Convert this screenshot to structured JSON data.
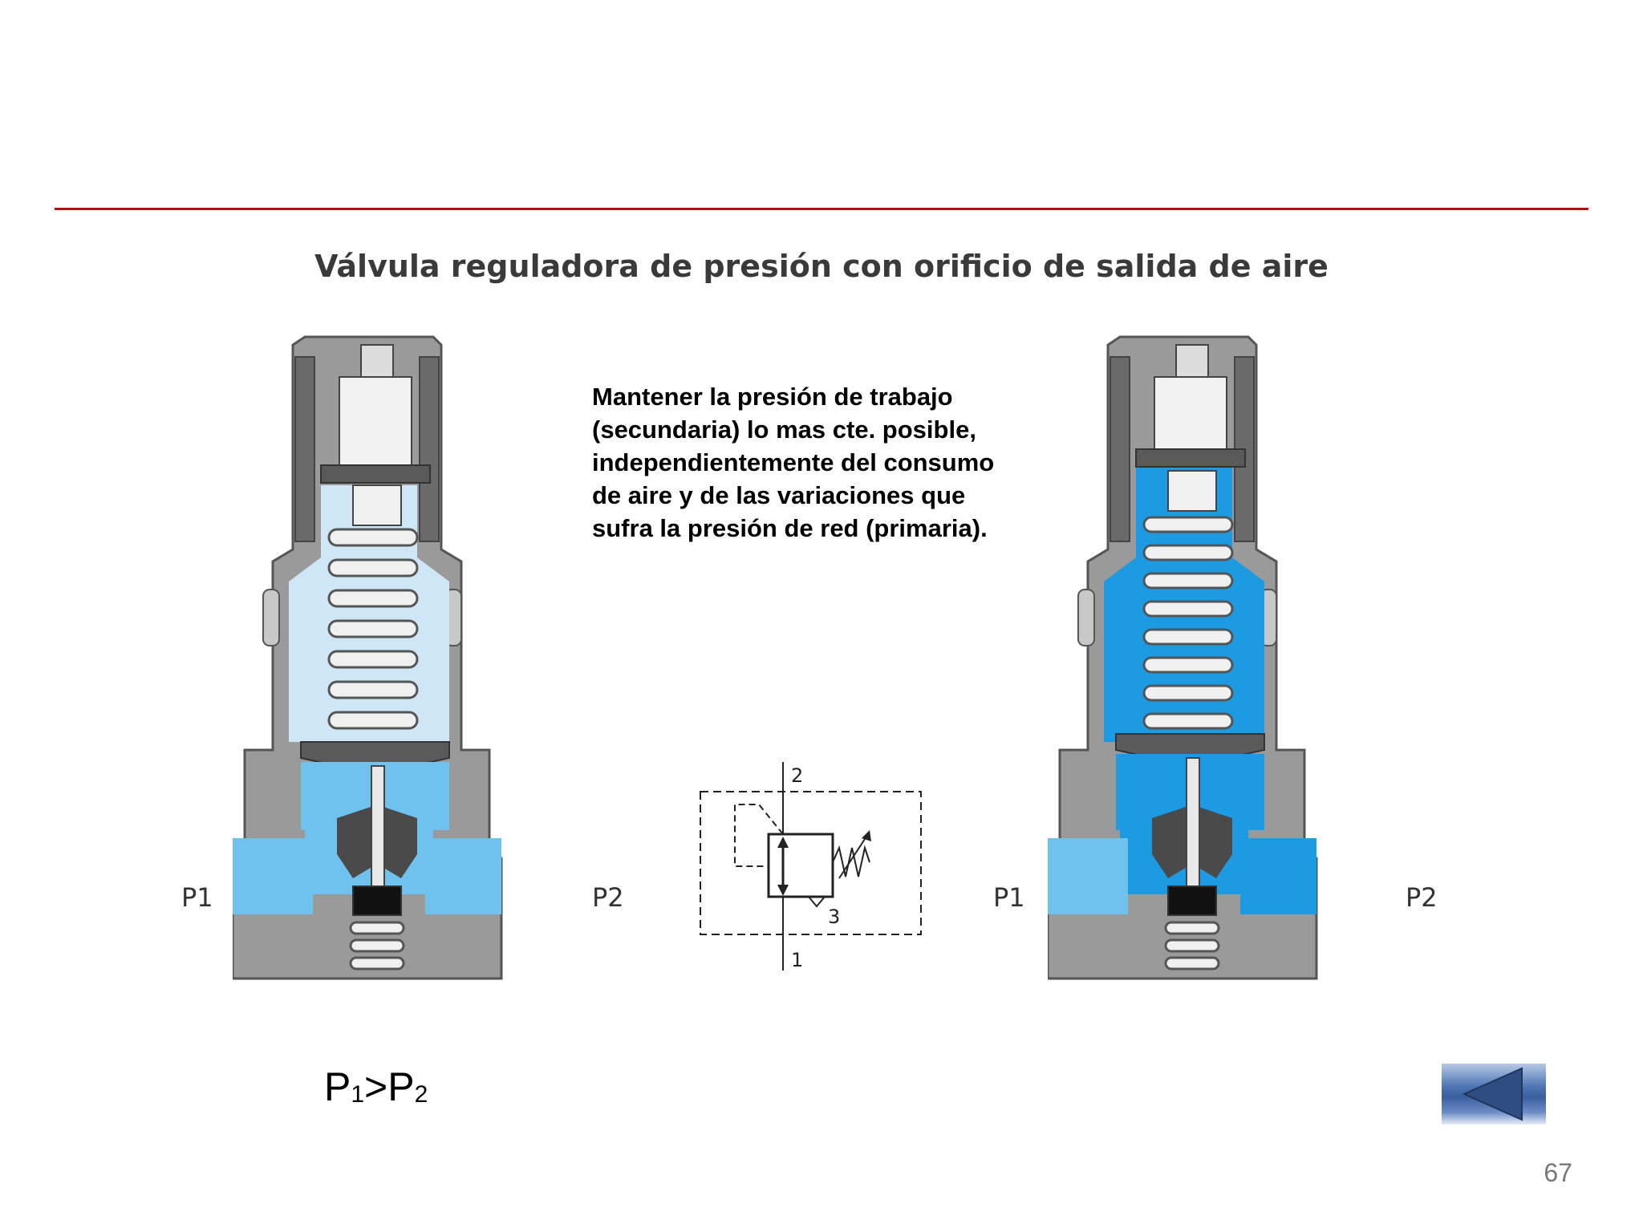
{
  "diagram": {
    "title": "Válvula reguladora de presión con orificio de salida de aire",
    "description": [
      "Mantener la presión de trabajo",
      "(secundaria) lo mas cte. posible,",
      "independientemente del consumo",
      "de aire y de las variaciones que",
      "sufra la presión de red (primaria)."
    ],
    "left_valve": {
      "inlet_label": "P1",
      "outlet_label": "P2"
    },
    "right_valve": {
      "inlet_label": "P1",
      "outlet_label": "P2"
    },
    "symbol": {
      "port_top": "2",
      "port_bottom": "1",
      "port_exhaust": "3"
    },
    "pressure_relation": {
      "p1": "P",
      "sub1": "1",
      "op": ">",
      "p2": "P",
      "sub2": "2"
    }
  },
  "page_number": "67",
  "colors": {
    "rule": "#b01010",
    "housing": "#9a9a9a",
    "air_light": "#6fc1ee",
    "air_low": "#cfe6f6",
    "air_high": "#1c9be3"
  },
  "navigation": {
    "back_icon": "back-arrow-icon"
  }
}
